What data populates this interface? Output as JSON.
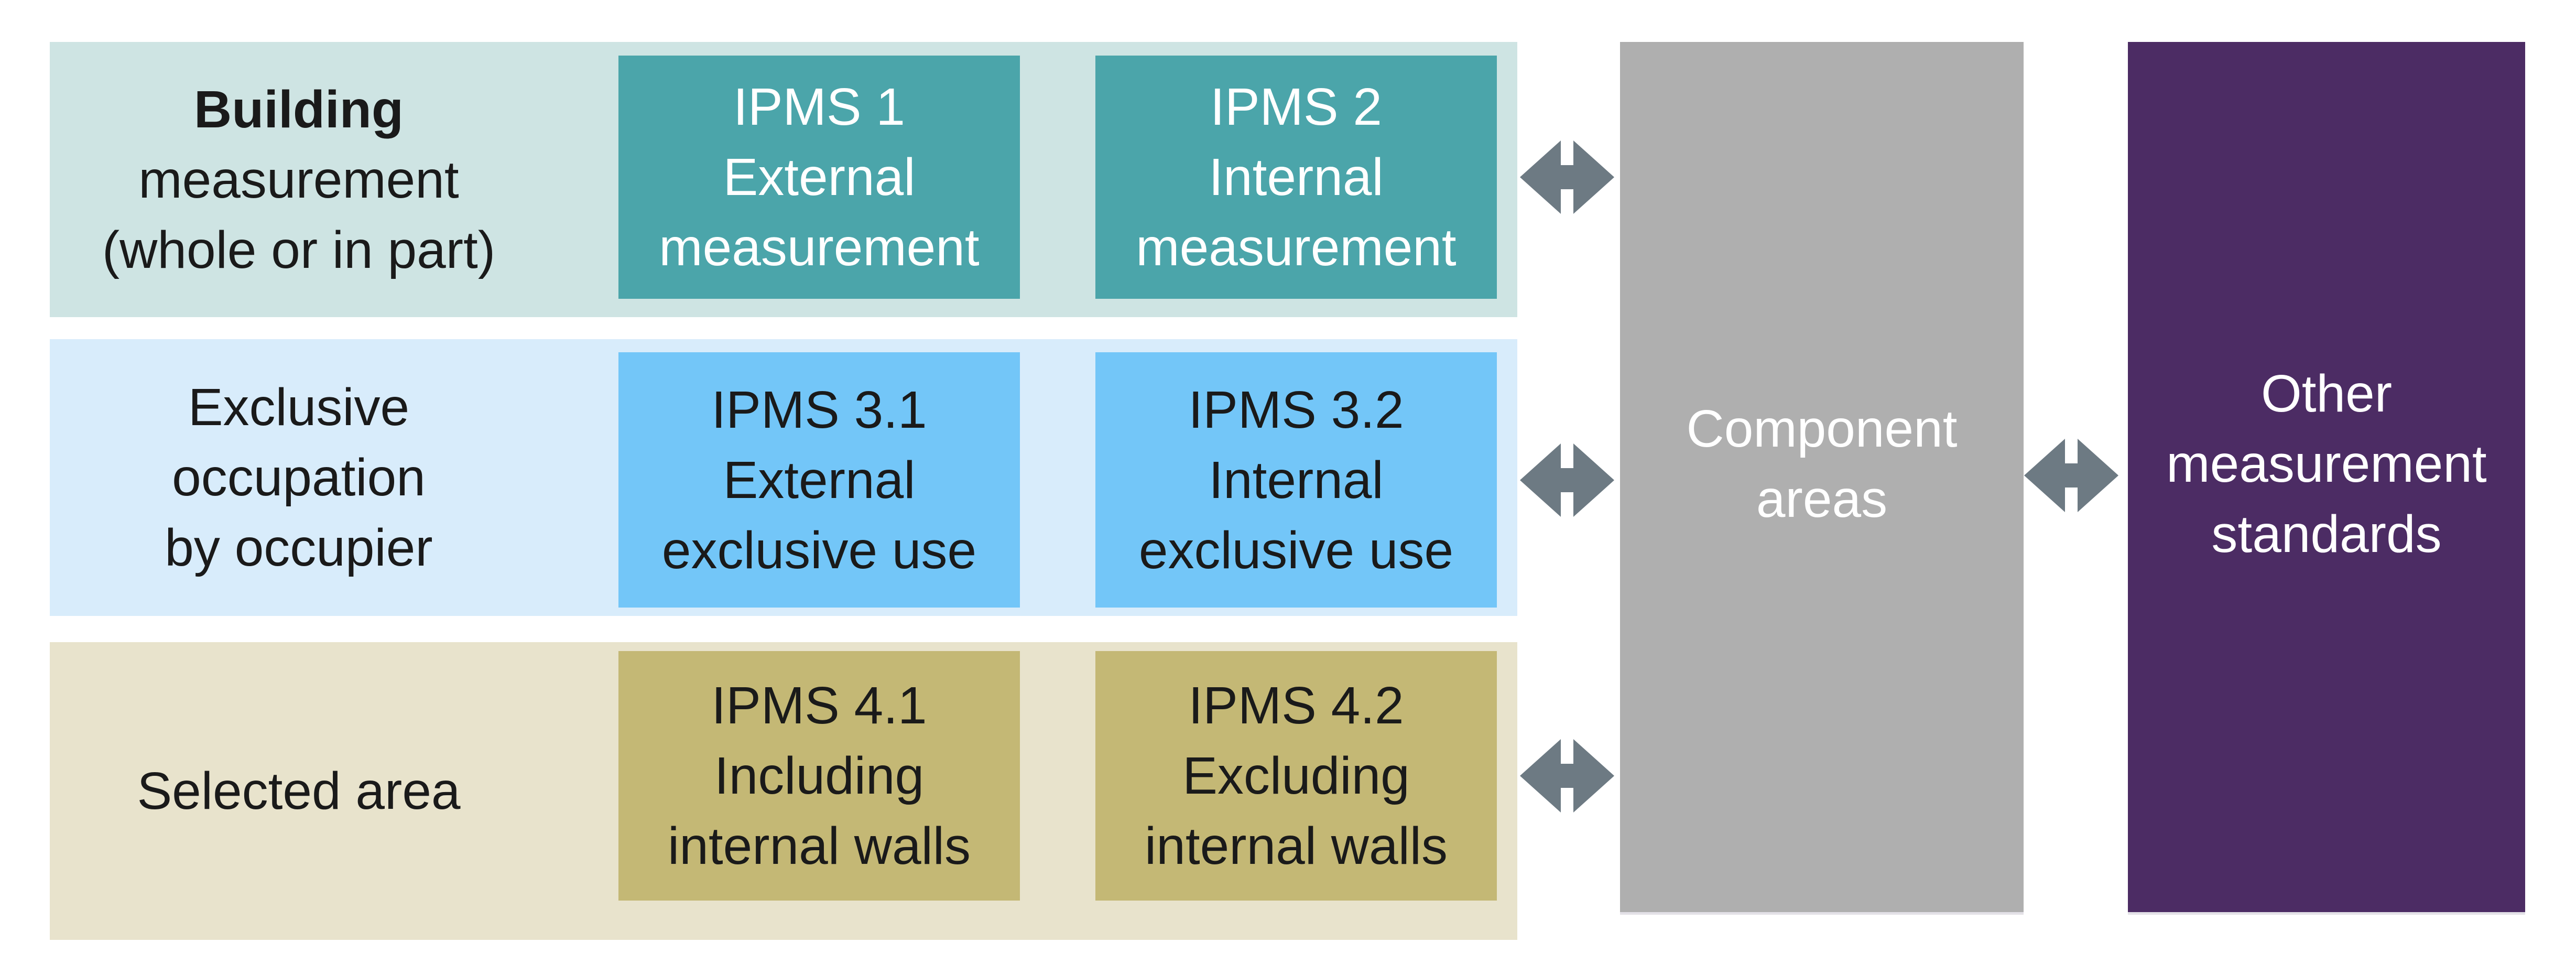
{
  "colors": {
    "page_bg": "#FFFFFF",
    "row1_bg": "#CEE4E3",
    "row1_box": "#4BA5AA",
    "row2_bg": "#D8ECFB",
    "row2_box": "#73C6F8",
    "row3_bg": "#E8E3CC",
    "row3_box": "#C4B875",
    "component_box": "#AFAFAF",
    "other_box": "#4C2C64",
    "arrow": "#6D7A83",
    "text_dark": "#1A1A1A",
    "text_light": "#FFFFFF"
  },
  "rows": [
    {
      "label_lines": [
        "Building",
        "measurement",
        "(whole or in part)"
      ],
      "boxes": [
        {
          "lines": [
            "IPMS 1",
            "External",
            "measurement"
          ]
        },
        {
          "lines": [
            "IPMS 2",
            "Internal",
            "measurement"
          ]
        }
      ]
    },
    {
      "label_lines": [
        "Exclusive",
        "occupation",
        "by occupier"
      ],
      "boxes": [
        {
          "lines": [
            "IPMS 3.1",
            "External",
            "exclusive use"
          ]
        },
        {
          "lines": [
            "IPMS 3.2",
            "Internal",
            "exclusive use"
          ]
        }
      ]
    },
    {
      "label_lines": [
        "Selected area"
      ],
      "boxes": [
        {
          "lines": [
            "IPMS 4.1",
            "Including",
            "internal walls"
          ]
        },
        {
          "lines": [
            "IPMS 4.2",
            "Excluding",
            "internal walls"
          ]
        }
      ]
    }
  ],
  "component_box": {
    "lines": [
      "Component",
      "areas"
    ]
  },
  "other_box": {
    "lines": [
      "Other",
      "measurement",
      "standards"
    ]
  }
}
